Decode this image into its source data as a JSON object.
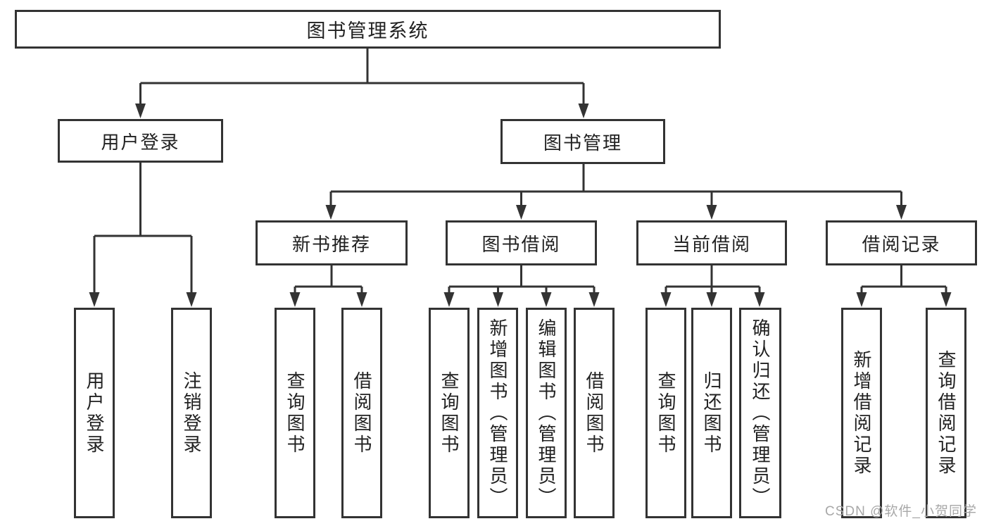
{
  "tree": {
    "root": {
      "label": "图书管理系统"
    },
    "branches": [
      {
        "label": "用户登录",
        "children": [
          {
            "label": "用户登录"
          },
          {
            "label": "注销登录"
          }
        ]
      },
      {
        "label": "图书管理",
        "children": [
          {
            "label": "新书推荐",
            "children": [
              {
                "label": "查询图书"
              },
              {
                "label": "借阅图书"
              }
            ]
          },
          {
            "label": "图书借阅",
            "children": [
              {
                "label": "查询图书"
              },
              {
                "label": "新增图书（管理员）"
              },
              {
                "label": "编辑图书（管理员）"
              },
              {
                "label": "借阅图书"
              }
            ]
          },
          {
            "label": "当前借阅",
            "children": [
              {
                "label": "查询图书"
              },
              {
                "label": "归还图书"
              },
              {
                "label": "确认归还（管理员）"
              }
            ]
          },
          {
            "label": "借阅记录",
            "children": [
              {
                "label": "新增借阅记录"
              },
              {
                "label": "查询借阅记录"
              }
            ]
          }
        ]
      }
    ]
  },
  "watermark": {
    "text": "CSDN @软件_小贺同学"
  },
  "colors": {
    "line": "#333333",
    "text": "#212121",
    "watermark": "#a8a8a8",
    "background": "#ffffff"
  }
}
